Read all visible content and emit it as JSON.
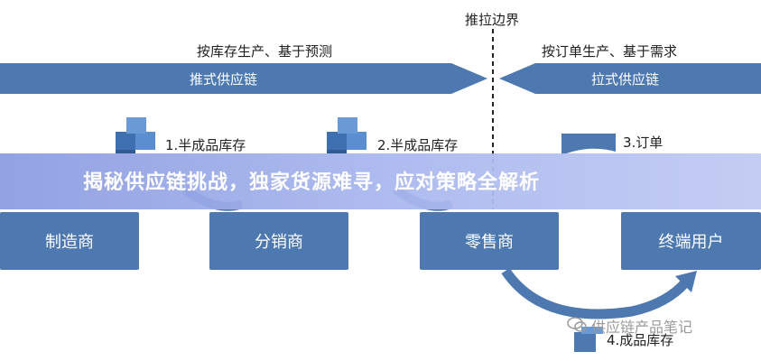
{
  "boundary": {
    "label": "推拉边界"
  },
  "push": {
    "description": "按库存生产、基于预测",
    "chain_label": "推式供应链"
  },
  "pull": {
    "description": "按订单生产、基于需求",
    "chain_label": "拉式供应链"
  },
  "steps": {
    "step1": "1.半成品库存",
    "step2": "2.半成品库存",
    "step3": "3.订单",
    "step4": "4.成品库存"
  },
  "nodes": {
    "manufacturer": "制造商",
    "distributor": "分销商",
    "retailer": "零售商",
    "end_user": "终端用户"
  },
  "banner": {
    "title": "揭秘供应链挑战，独家货源难寻，应对策略全解析"
  },
  "watermark": {
    "text": "供应链产品笔记"
  },
  "colors": {
    "node": "#4d79b0",
    "arrow": "#4d79b0",
    "banner": "#9aa8ea"
  }
}
